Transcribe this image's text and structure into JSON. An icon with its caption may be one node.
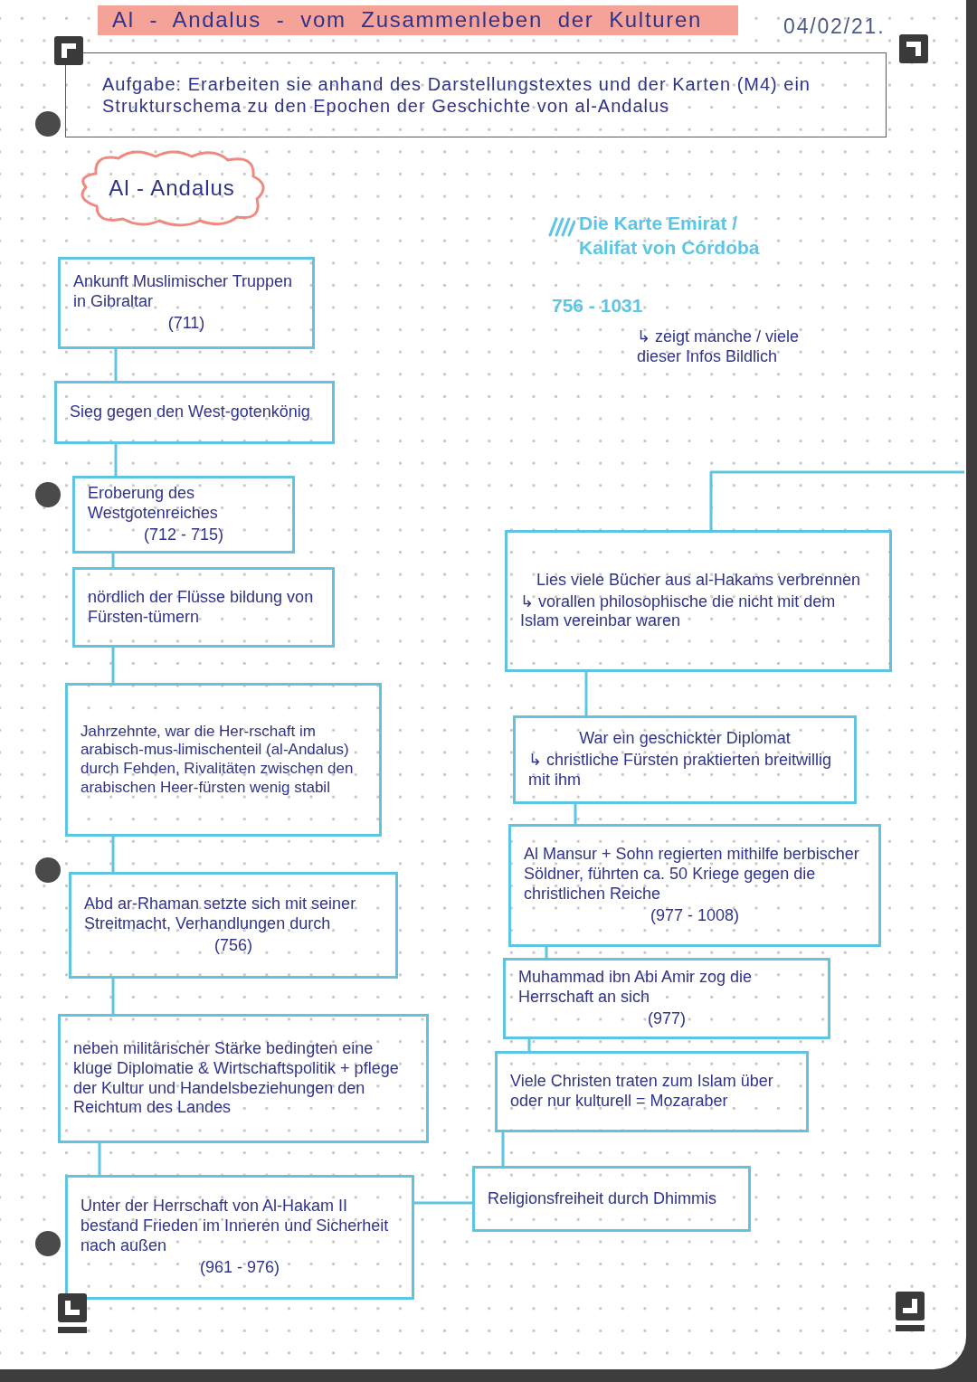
{
  "diagram": {
    "title": "Al - Andalus - vom Zusammenleben der Kulturen",
    "nodes": [
      {
        "text": [
          "Aufgabe: Erarbeiten sie anhand des Darstellungstextes und der Karten (M4) ein Strukturschema zu den Epochen der Geschichte von al-Andalus"
        ]
      },
      {
        "text": [
          "Al - Andalus"
        ]
      },
      {
        "text": [
          "Ankunft Muslimischer Truppen in Gibraltar",
          "(711)"
        ]
      },
      {
        "text": [
          "Sieg gegen den West-gotenkönig"
        ]
      },
      {
        "text": [
          "Eroberung des Westgotenreiches",
          "(712 - 715)"
        ]
      },
      {
        "text": [
          "nördlich der Flüsse bildung von Fürsten-tümern"
        ]
      },
      {
        "text": [
          "Jahrzehnte, war die Her-rschaft im arabisch-mus-limischenteil (al-Andalus) durch Fehden, Rivalitäten zwischen den arabischen Heer-fürsten wenig stabil"
        ]
      },
      {
        "text": [
          "Abd ar-Rhaman setzte sich mit seiner Streitmacht, Verhandlungen durch",
          "(756)"
        ]
      },
      {
        "text": [
          "neben militärischer Stärke bedingten eine kluge Diplomatie & Wirtschaftspolitik + pflege der Kultur und Handelsbeziehungen den Reichtum des Landes"
        ]
      },
      {
        "text": [
          "Unter der Herrschaft von Al-Hakam II bestand Frieden im Inneren und Sicherheit nach außen",
          "(961 - 976)"
        ]
      },
      {
        "text": [
          "Lies viele Bücher aus al-Hakams verbrennen",
          "↳ vorallen philosophische die nicht mit dem Islam vereinbar waren"
        ]
      },
      {
        "text": [
          "War ein geschickter Diplomat",
          "↳ christliche Fürsten praktierten breitwillig mit ihm"
        ]
      },
      {
        "text": [
          "Al Mansur + Sohn regierten mithilfe berbischer Söldner, führten ca. 50 Kriege gegen die christlichen Reiche",
          "(977 - 1008)"
        ]
      },
      {
        "text": [
          "Muhammad ibn Abi Amir zog die Herrschaft an sich",
          "(977)"
        ]
      },
      {
        "text": [
          "Viele Christen traten zum Islam über oder nur kulturell = Mozaraber"
        ]
      },
      {
        "text": [
          "Religionsfreiheit durch Dhimmis"
        ]
      }
    ],
    "edges": [
      {
        "from": 2,
        "to": 3,
        "arrow": "none"
      },
      {
        "from": 3,
        "to": 4,
        "arrow": "none"
      },
      {
        "from": 4,
        "to": 5,
        "arrow": "none"
      },
      {
        "from": 5,
        "to": 6,
        "arrow": "none"
      },
      {
        "from": 6,
        "to": 7,
        "arrow": "none"
      },
      {
        "from": 7,
        "to": 8,
        "arrow": "none"
      },
      {
        "from": 8,
        "to": 9,
        "arrow": "none"
      },
      {
        "from": 9,
        "to": 15,
        "arrow": "none"
      },
      {
        "from": 15,
        "to": 14,
        "arrow": "none"
      },
      {
        "from": 14,
        "to": 13,
        "arrow": "none"
      },
      {
        "from": 13,
        "to": 12,
        "arrow": "none"
      },
      {
        "from": 12,
        "to": 11,
        "arrow": "none"
      },
      {
        "from": 11,
        "to": 10,
        "arrow": "none"
      },
      {
        "from": 10,
        "to": null,
        "arrow": "none"
      }
    ],
    "labels": [
      "04/02/21.",
      "Die Karte Emirat / Kalifat von Córdoba",
      "756 - 1031",
      "↳ zeigt manche / viele dieser Infos Bildlich"
    ]
  }
}
